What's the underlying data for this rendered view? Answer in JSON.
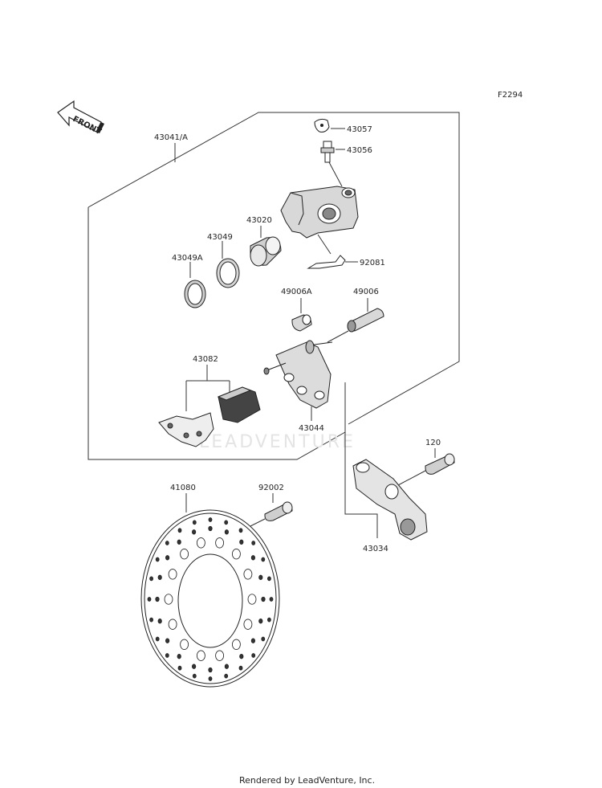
{
  "figure_code": "F2294",
  "front_arrow_text": "FRONT",
  "watermark": "LEADVENTURE",
  "footer": "Rendered by LeadVenture, Inc.",
  "labels": {
    "caliper_assembly": "43041/A",
    "pin_clip": "43057",
    "bleeder_valve": "43056",
    "piston": "43020",
    "piston_seal": "43049",
    "dust_seal": "43049A",
    "pad_spring": "92081",
    "boot_small": "49006A",
    "pin_large": "49006",
    "pad_set": "43082",
    "caliper_holder": "43044",
    "bolt_120": "120",
    "brake_disc": "41080",
    "disc_bolt": "92002",
    "caliper_bracket": "43034"
  }
}
